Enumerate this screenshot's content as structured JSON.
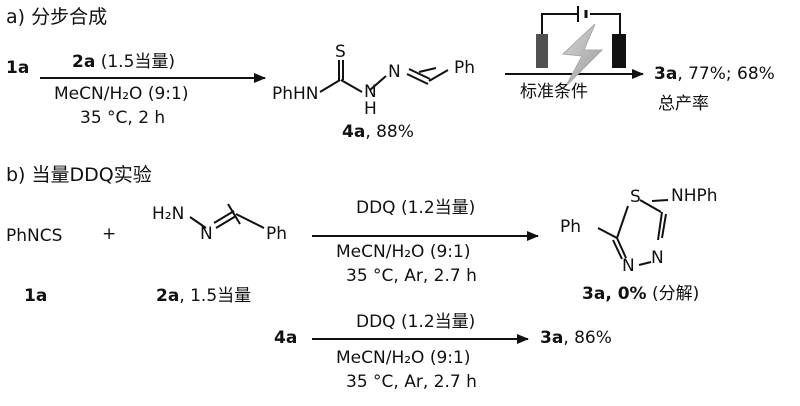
{
  "section_a": {
    "label": "a) 分步合成",
    "start": "1a",
    "reagent_compound": "2a",
    "reagent_amount": "(1.5当量)",
    "cond_solvent": "MeCN/H₂O (9:1)",
    "cond_temp_time": "35 °C, 2 h",
    "int_S": "S",
    "int_PhHN": "PhHN",
    "int_N1": "N",
    "int_H": "H",
    "int_N2": "N",
    "int_Ph": "Ph",
    "int_compound": "4a",
    "int_yield": ", 88%",
    "electro_cond1": "标准条件",
    "electro_cond2": "总产率",
    "product_compound": "3a",
    "product_yield": ", 77%; 68%"
  },
  "section_b": {
    "label": "b) 当量DDQ实验",
    "reactant1": "PhNCS",
    "reactant1_compound": "1a",
    "plus": "+",
    "h2n": "H₂N",
    "hydrazone_N": "N",
    "hydrazone_Ph": "Ph",
    "reactant2_compound": "2a",
    "reactant2_amount": ", 1.5当量",
    "arrow1_top": "DDQ (1.2当量)",
    "arrow1_solvent": "MeCN/H₂O (9:1)",
    "arrow1_cond": "35 °C, Ar, 2.7 h",
    "thiadiazole_S": "S",
    "thiadiazole_NHPh": "NHPh",
    "thiadiazole_Ph": "Ph",
    "thiadiazole_N1": "N",
    "thiadiazole_N2": "N",
    "product1_compound": "3a",
    "product1_yield": ", 0%",
    "product1_note": " (分解)",
    "reactant3_compound": "4a",
    "arrow2_top": "DDQ (1.2当量)",
    "arrow2_solvent": "MeCN/H₂O (9:1)",
    "arrow2_cond": "35 °C, Ar, 2.7 h",
    "product2_compound": "3a",
    "product2_yield": ", 86%"
  }
}
